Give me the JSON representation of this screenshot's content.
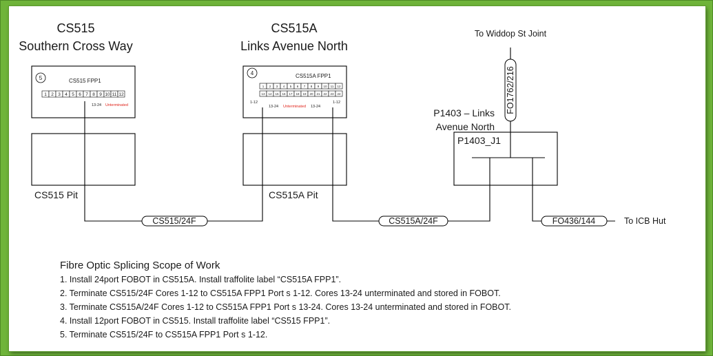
{
  "sites": {
    "cs515": {
      "code": "CS515",
      "name": "Southern Cross Way",
      "panel_number": "5",
      "panel_label": "CS515 FPP1",
      "ports": [
        "1",
        "2",
        "3",
        "4",
        "5",
        "6",
        "7",
        "8",
        "9",
        "10",
        "11",
        "12"
      ],
      "cores_label": "13-24",
      "unterminated": "Unterminated",
      "pit_label": "CS515 Pit"
    },
    "cs515a": {
      "code": "CS515A",
      "name": "Links Avenue North",
      "panel_number": "4",
      "panel_label": "CS515A FPP1",
      "ports_row1": [
        "1",
        "2",
        "3",
        "4",
        "5",
        "6",
        "7",
        "8",
        "9",
        "10",
        "11",
        "12"
      ],
      "ports_row2": [
        "13",
        "14",
        "15",
        "16",
        "17",
        "18",
        "19",
        "20",
        "21",
        "22",
        "23",
        "24"
      ],
      "left_cores": "1-12",
      "mid_cores_left": "13-24",
      "unterminated": "Unterminated",
      "mid_cores_right": "13-24",
      "right_cores": "1-12",
      "pit_label": "CS515A Pit"
    },
    "p1403": {
      "title_line1": "P1403 – Links",
      "title_line2": "Avenue North",
      "joint_label": "P1403_J1"
    }
  },
  "cables": {
    "c1": "CS515/24F",
    "c2": "CS515A/24F",
    "c3": "FO436/144",
    "c4": "FO1762/216"
  },
  "destinations": {
    "top": "To Widdop St Joint",
    "right": "To ICB Hut"
  },
  "scope": {
    "title": "Fibre Optic Splicing Scope of Work",
    "items": [
      "1. Install 24port FOBOT in CS515A. Install traffolite label “CS515A FPP1”.",
      "2. Terminate CS515/24F Cores 1-12 to CS515A FPP1 Port s 1-12. Cores 13-24 unterminated and stored in FOBOT.",
      "3. Terminate CS515A/24F Cores 1-12 to CS515A FPP1 Port s 13-24. Cores 13-24 unterminated and stored in FOBOT.",
      "4.  Install 12port FOBOT in CS515. Install traffolite label “CS515 FPP1”.",
      "5. Terminate CS515/24F to CS515A FPP1 Port s 1-12."
    ]
  }
}
